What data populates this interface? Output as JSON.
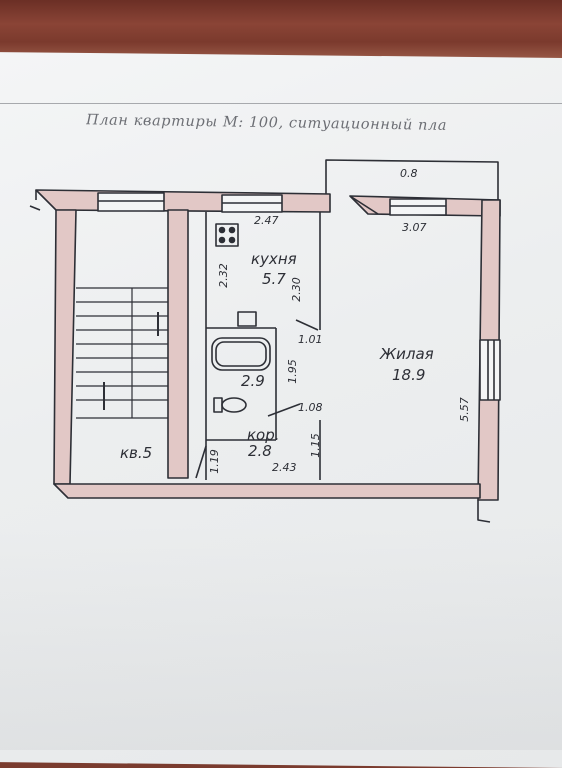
{
  "heading": "План квартиры М: 100, ситуационный пла",
  "rooms": {
    "apartment": "кв.5",
    "kitchen_name": "кухня",
    "kitchen_area": "5.7",
    "living_name": "Жилая",
    "living_area": "18.9",
    "bath_area": "2.9",
    "corridor_name": "кор.",
    "corridor_area": "2.8"
  },
  "dimensions": {
    "balcony": "0.8",
    "kitchen_width": "2.47",
    "living_width": "3.07",
    "kitchen_left": "2.32",
    "kitchen_right": "2.30",
    "door_kitchen": "1.01",
    "bath_height": "1.95",
    "corridor_door": "1.08",
    "corridor_bottom": "2.43",
    "corridor_side": "1.15",
    "entry": "1.19",
    "living_height": "5.57"
  },
  "colors": {
    "paper": "#eceeef",
    "ink": "#2d2f36",
    "wall_fill": "#e2c8c6",
    "wood": "#7a3b2e"
  }
}
